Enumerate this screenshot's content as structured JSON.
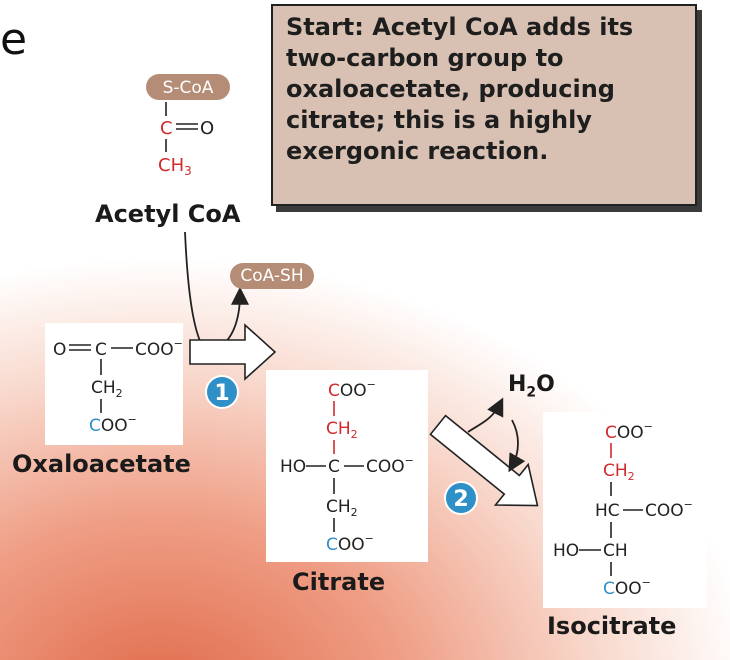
{
  "corner_letter": "e",
  "callout": {
    "text": "Start: Acetyl CoA adds its two-carbon group to oxaloacetate, producing citrate; this is a highly exergonic reaction."
  },
  "labels": {
    "acetyl_coa": "Acetyl CoA",
    "oxaloacetate": "Oxaloacetate",
    "citrate": "Citrate",
    "isocitrate": "Isocitrate",
    "coa_sh": "CoA-SH",
    "water": "H2O"
  },
  "steps": {
    "step1": "1",
    "step2": "2"
  },
  "structures": {
    "acetyl_coa": {
      "group": "S-CoA",
      "carbonyl_c": "C",
      "oxygen": "O",
      "methyl": "CH",
      "methyl_sub": "3"
    },
    "oxaloacetate": {
      "oxygen": "O",
      "c2": "C",
      "coo_top": "COO",
      "ch2": "CH",
      "ch2_sub": "2",
      "coo_bottom": "COO"
    },
    "citrate": {
      "coo_top": "COO",
      "ch2_top": "CH",
      "ch2_top_sub": "2",
      "ho": "HO",
      "center_c": "C",
      "coo_right": "COO",
      "ch2_bottom": "CH",
      "ch2_bottom_sub": "2",
      "coo_bottom": "COO"
    },
    "isocitrate": {
      "coo_top": "COO",
      "ch2": "CH",
      "ch2_sub": "2",
      "hc": "HC",
      "coo_right": "COO",
      "ho": "HO",
      "ch": "CH",
      "coo_bottom": "COO"
    }
  },
  "colors": {
    "red_carbon": "#d12b2b",
    "blue_carbon": "#2f8fc7",
    "callout_bg": "#d8c1b3",
    "pill_bg": "#b58d77",
    "badge": "#2f8fc7"
  }
}
